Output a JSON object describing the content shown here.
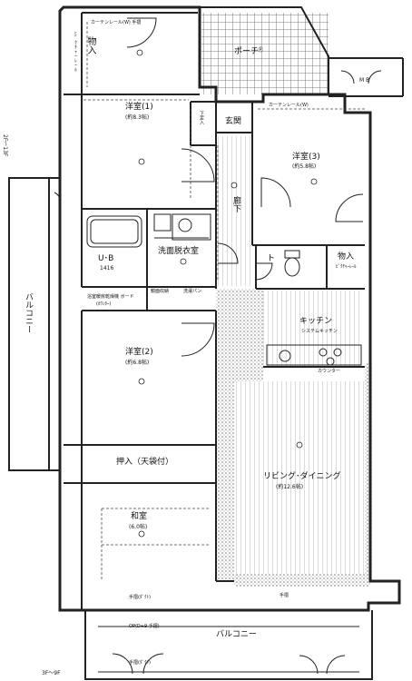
{
  "rooms": {
    "storage_top": "物入",
    "storage_top_sub": "ﾋﾟｸﾁｬｰﾚｰﾙ",
    "western1": "洋室(1)",
    "western1_size": "(約8.3帖)",
    "western2": "洋室(2)",
    "western2_size": "(約6.8帖)",
    "western3": "洋室(3)",
    "western3_size": "(約5.8帖)",
    "entrance": "玄関",
    "shoe_box": "下足入",
    "corridor": "廊下",
    "porch": "ポーチ",
    "porch_mark": "Ⓟ",
    "mb": "M B",
    "unit_bath": "U･B",
    "unit_bath_size": "1416",
    "washroom": "洗面脱衣室",
    "toilet": "ト",
    "storage_mid": "物入",
    "storage_mid_sub": "ﾋﾟｸﾁｬｰﾚｰﾙ",
    "kitchen": "キッチン",
    "counter": "カウンター",
    "closet": "押入（天袋付）",
    "japanese": "和室",
    "japanese_size": "(6.0帖)",
    "living": "リビング･ダイニング",
    "living_size": "(約12.6帖)",
    "balcony_side": "バルコニー",
    "balcony_bottom": "バルコニー"
  },
  "notes": {
    "curtain_rail_top": "カーテンレール(W) 手摺",
    "curtain_rail_mid": "カーテンレール(W)",
    "handrail": "手摺",
    "mirror_cabinet": "鏡面収納",
    "washing_pan": "洗濯パン",
    "system_kitchen": "システムキッチン",
    "heater": "浴室暖房乾燥機 ボード",
    "heater_sub": "(ｶｳﾝﾀｰ)",
    "opening_bottom": "OP(D+9 手摺)",
    "handrail_bottom": "手摺(ﾀﾞｸﾄ)",
    "handrail_bottom2": "手摺(ﾀﾞｸﾄ)",
    "floors_left": "2F〜13F",
    "floors_bottom": "3F〜9F"
  },
  "colors": {
    "wall": "#222222",
    "hatch": "#777777",
    "floor_line": "#9a9a9a"
  }
}
